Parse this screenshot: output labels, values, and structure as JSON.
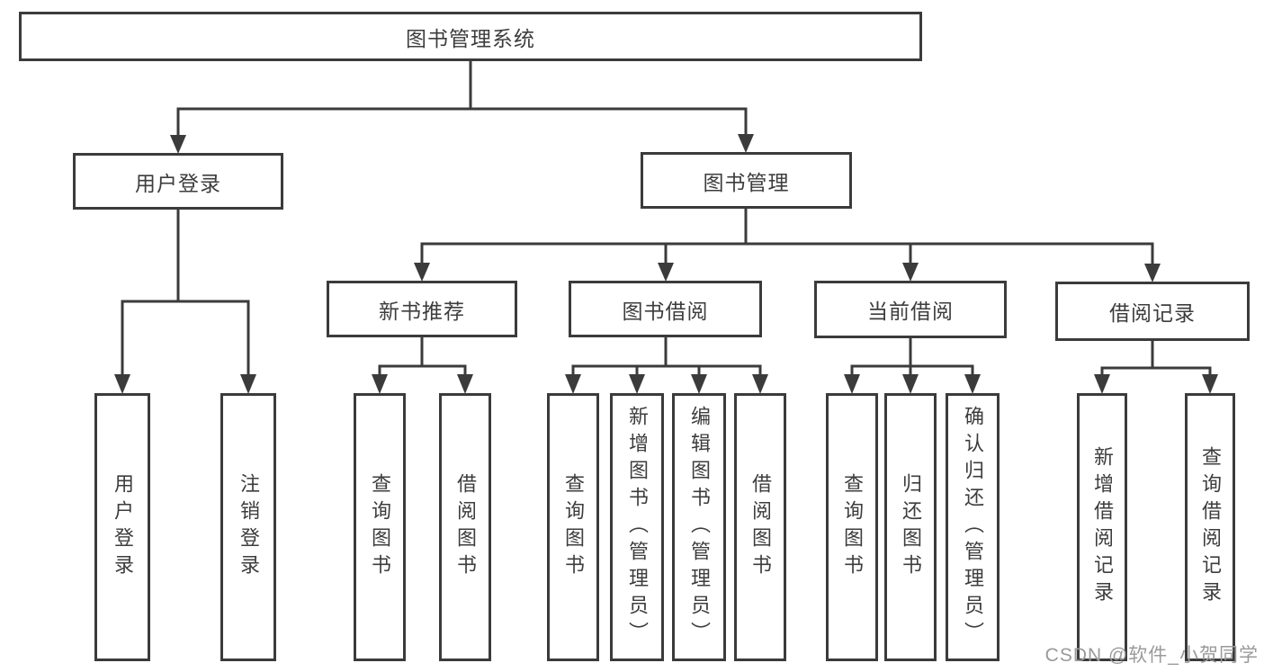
{
  "root": {
    "label": "图书管理系统"
  },
  "level1": [
    {
      "label": "用户登录"
    },
    {
      "label": "图书管理"
    }
  ],
  "level2": [
    {
      "label": "新书推荐"
    },
    {
      "label": "图书借阅"
    },
    {
      "label": "当前借阅"
    },
    {
      "label": "借阅记录"
    }
  ],
  "leaves": {
    "user": [
      {
        "label": "用户登录"
      },
      {
        "label": "注销登录"
      }
    ],
    "newbook": [
      {
        "label": "查询图书"
      },
      {
        "label": "借阅图书"
      }
    ],
    "borrow": [
      {
        "label": "查询图书"
      },
      {
        "label": "新增图书（管理员）"
      },
      {
        "label": "编辑图书（管理员）"
      },
      {
        "label": "借阅图书"
      }
    ],
    "current": [
      {
        "label": "查询图书"
      },
      {
        "label": "归还图书"
      },
      {
        "label": "确认归还（管理员）"
      }
    ],
    "records": [
      {
        "label": "新增借阅记录"
      },
      {
        "label": "查询借阅记录"
      }
    ]
  },
  "watermark": "CSDN @软件_小贺同学",
  "colors": {
    "line": "#3b3b3b",
    "text": "#3d3d3d",
    "watermark_gray": "#9a9a9a",
    "background": "#ffffff"
  }
}
